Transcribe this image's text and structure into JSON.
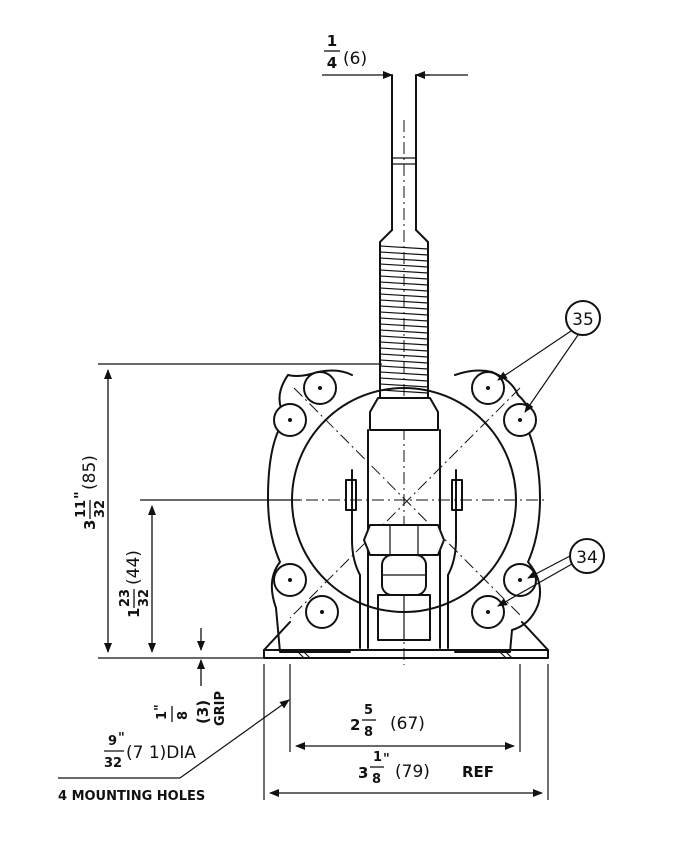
{
  "callouts": {
    "part_35": "35",
    "part_34": "34"
  },
  "dimensions": {
    "rod": {
      "whole": "",
      "num": "1",
      "den": "4",
      "mm": "(6)"
    },
    "overall_height": {
      "whole": "3",
      "num": "11",
      "den": "32",
      "inch_mark": "\"",
      "mm": "(85)"
    },
    "center_height": {
      "whole": "1",
      "num": "23",
      "den": "32",
      "mm": "(44)"
    },
    "grip": {
      "num": "1",
      "inch_mark": "\"",
      "den": "8",
      "mm": "(3)",
      "label": "GRIP"
    },
    "hole_spacing": {
      "whole": "2",
      "num": "5",
      "den": "8",
      "mm": "(67)"
    },
    "base_width": {
      "whole": "3",
      "num": "1",
      "inch_mark": "\"",
      "den": "8",
      "mm": "(79)",
      "suffix": "REF"
    },
    "mounting_hole": {
      "num": "9",
      "inch_mark": "\"",
      "den": "32",
      "mm": "(7 1)DIA",
      "note": "4 MOUNTING HOLES"
    }
  }
}
